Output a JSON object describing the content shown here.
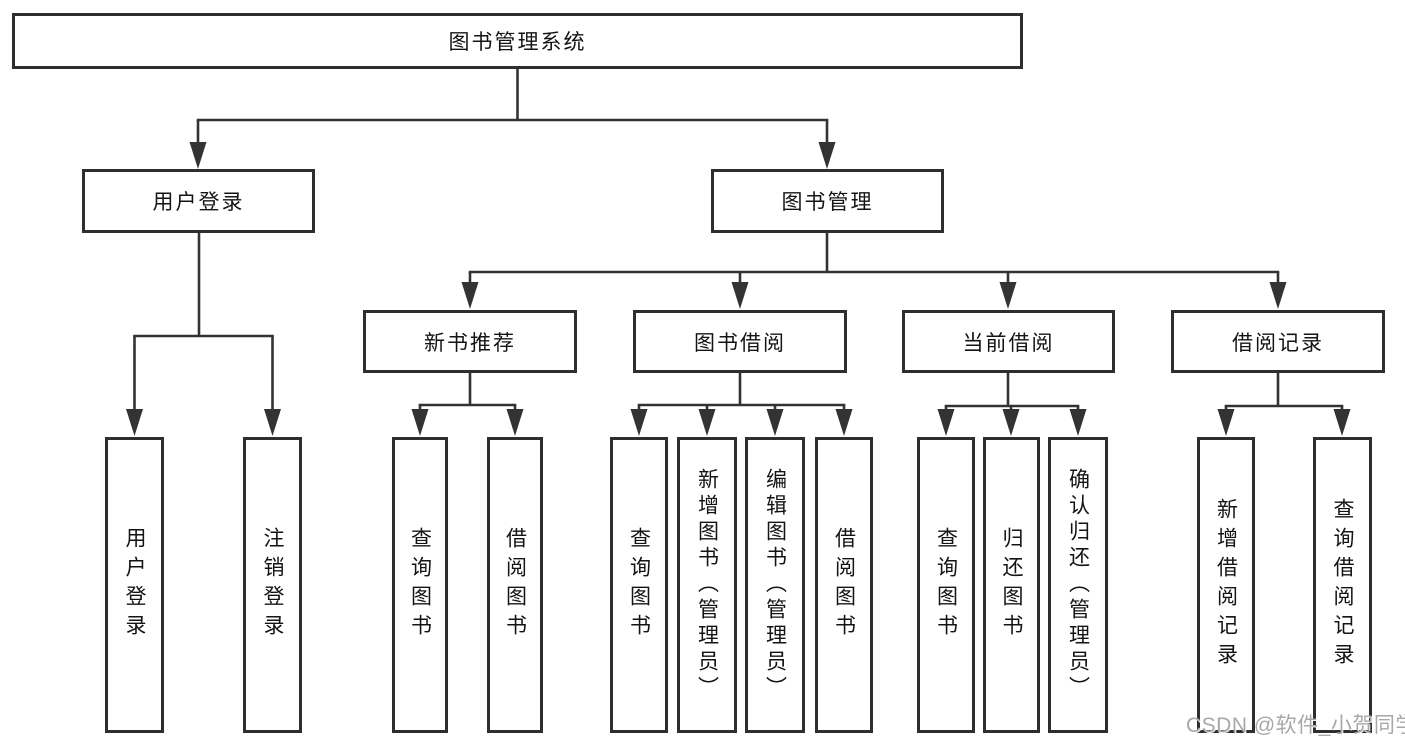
{
  "tree": {
    "label": "图书管理系统",
    "children": [
      {
        "label": "用户登录",
        "children": [
          {
            "label": "用户登录"
          },
          {
            "label": "注销登录"
          }
        ]
      },
      {
        "label": "图书管理",
        "children": [
          {
            "label": "新书推荐",
            "children": [
              {
                "label": "查询图书"
              },
              {
                "label": "借阅图书"
              }
            ]
          },
          {
            "label": "图书借阅",
            "children": [
              {
                "label": "查询图书"
              },
              {
                "label": "新增图书（管理员）"
              },
              {
                "label": "编辑图书（管理员）"
              },
              {
                "label": "借阅图书"
              }
            ]
          },
          {
            "label": "当前借阅",
            "children": [
              {
                "label": "查询图书"
              },
              {
                "label": "归还图书"
              },
              {
                "label": "确认归还（管理员）"
              }
            ]
          },
          {
            "label": "借阅记录",
            "children": [
              {
                "label": "新增借阅记录"
              },
              {
                "label": "查询借阅记录"
              }
            ]
          }
        ]
      }
    ]
  },
  "watermark": {
    "text": "CSDN @软件_小贺同学"
  },
  "colors": {
    "line": "#333333",
    "box_border": "#2e2e2e",
    "text": "#141414",
    "background": "#ffffff",
    "watermark": "#a8a8a8"
  }
}
